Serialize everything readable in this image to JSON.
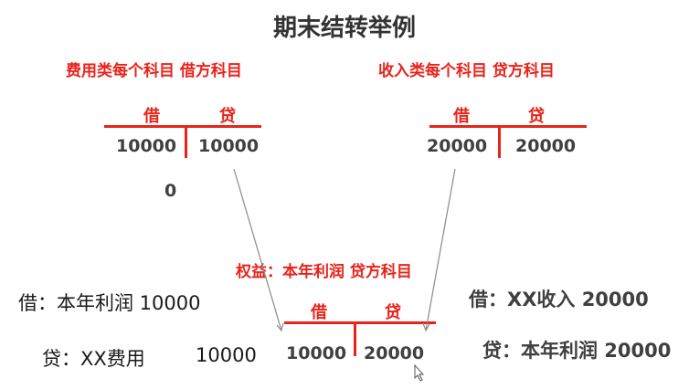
{
  "title": "期末结转举例",
  "expense_heading": "费用类每个科目 借方科目",
  "income_heading": "收入类每个科目 贷方科目",
  "equity_heading": "权益：本年利润 贷方科目",
  "t_accounts": {
    "expense": {
      "debit_label": "借",
      "credit_label": "贷",
      "debit_value": "10000",
      "credit_value": "10000",
      "balance": "0"
    },
    "income": {
      "debit_label": "借",
      "credit_label": "贷",
      "debit_value": "20000",
      "credit_value": "20000"
    },
    "profit": {
      "debit_label": "借",
      "credit_label": "贷",
      "debit_value": "10000",
      "credit_value": "20000"
    }
  },
  "entries": {
    "left_debit": "借：本年利润  10000",
    "left_credit": "贷：XX费用",
    "left_credit_amount": "10000",
    "right_debit": "借：XX收入 20000",
    "right_credit": "贷：本年利润 20000"
  },
  "colors": {
    "accent_red": "#e8231a",
    "text_dark": "#404040",
    "arrow_gray": "#8a8a8a"
  }
}
